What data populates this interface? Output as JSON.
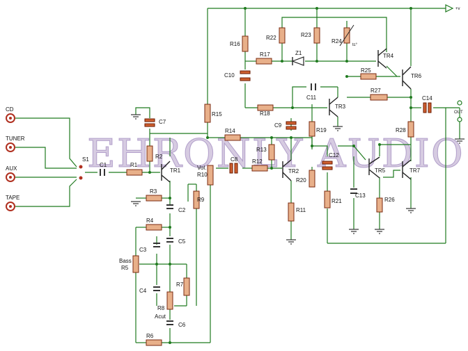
{
  "inputs": [
    "CD",
    "TUNER",
    "AUX",
    "TAPE"
  ],
  "switch_label": "S1",
  "supply_label": "+v",
  "output_label": "OUT",
  "watermark": "EHRONLY AUDIO",
  "resistors": {
    "R1": "R1",
    "R2": "R2",
    "R3": "R3",
    "R4": "R4",
    "R5": "Bass\nR5",
    "R6": "R6",
    "R7": "R7",
    "R8": "R8",
    "R9": "R9",
    "R10": "Vol.\nR10",
    "R11": "R11",
    "R12": "R12",
    "R13": "R13",
    "R14": "R14",
    "R15": "R15",
    "R16": "R16",
    "R17": "R17",
    "R18": "R18",
    "R19": "R19",
    "R20": "R20",
    "R21": "R21",
    "R22": "R22",
    "R23": "R23",
    "R24": "R24",
    "R25": "R25",
    "R26": "R26",
    "R27": "R27",
    "R28": "R28"
  },
  "labels": {
    "bass": "Bass",
    "r5": "R5",
    "vol": "Vol.",
    "r10": "R10",
    "acut": "Acut",
    "r8": "R8",
    "r24_temp": "tc°",
    "C1": "C1",
    "C2": "C2",
    "C3": "C3",
    "C4": "C4",
    "C5": "C5",
    "C6": "C6",
    "C7": "C7",
    "C8": "C8",
    "C9": "C9",
    "C10": "C10",
    "C11": "C11",
    "C12": "C12",
    "C13": "C13",
    "C14": "C14",
    "TR1": "TR1",
    "TR2": "TR2",
    "TR3": "TR3",
    "TR4": "TR4",
    "TR5": "TR5",
    "TR6": "TR6",
    "TR7": "TR7",
    "Z1": "Z1"
  },
  "colors": {
    "wire": "#1f7a1f",
    "resistor_fill": "#e8b08a",
    "jack": "#b03020",
    "watermark": "#8a6aa8"
  }
}
